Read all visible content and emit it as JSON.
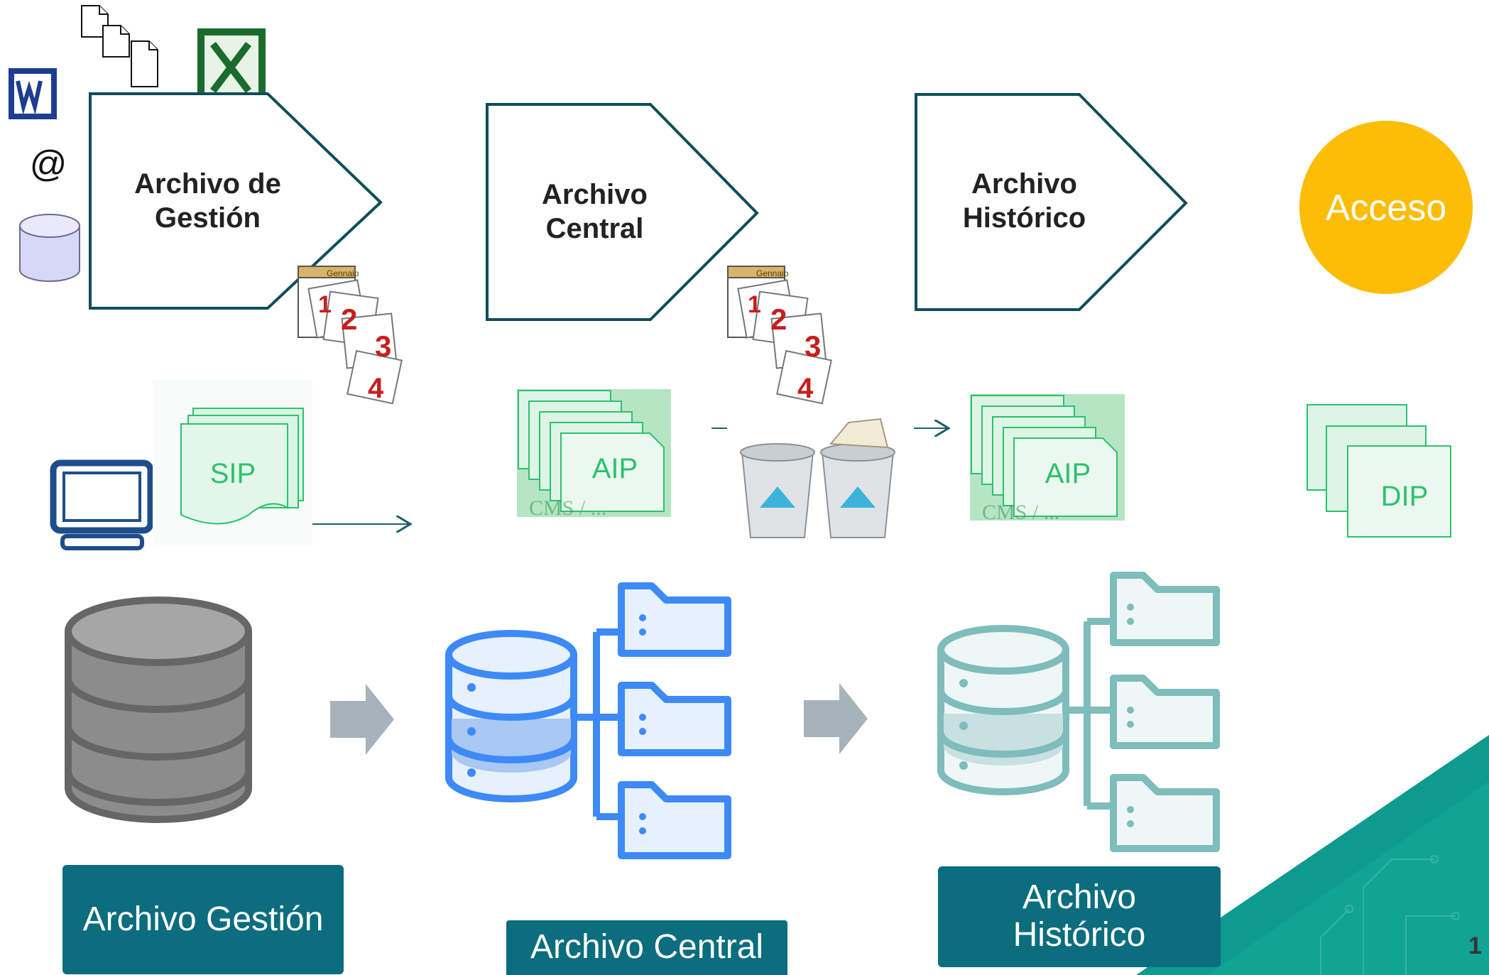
{
  "stages": [
    {
      "line1": "Archivo de",
      "line2": "Gestión"
    },
    {
      "line1": "Archivo",
      "line2": "Central"
    },
    {
      "line1": "Archivo",
      "line2": "Histórico"
    }
  ],
  "access_label": "Acceso",
  "at_symbol": "@",
  "packages": {
    "sip": "SIP",
    "aip_central": "AIP",
    "aip_historic": "AIP",
    "dip": "DIP",
    "cms_fragment": "CMS / ..."
  },
  "calendar": {
    "month": "Gennaio",
    "pages": [
      "1",
      "2",
      "3",
      "4"
    ]
  },
  "bottom_labels": {
    "gestion": "Archivo Gestión",
    "central": "Archivo Central",
    "historico_line1": "Archivo",
    "historico_line2": "Histórico"
  },
  "slide_number": "1",
  "colors": {
    "teal_dark": "#0b6d7e",
    "acceso_yellow": "#fbbd06",
    "pentagon_stroke": "#0e4e58",
    "package_green": "#2bc26e",
    "db_gray": "#6e6e6e",
    "db_blue": "#3d8af7",
    "db_teal": "#7fbcbc",
    "arrow_gray": "#a6b3bb"
  },
  "icons": [
    "word-icon",
    "documents-icon",
    "excel-icon",
    "at-icon",
    "database-cylinder-icon",
    "computer-icon",
    "calendar-icon",
    "recycle-bin-icon"
  ]
}
